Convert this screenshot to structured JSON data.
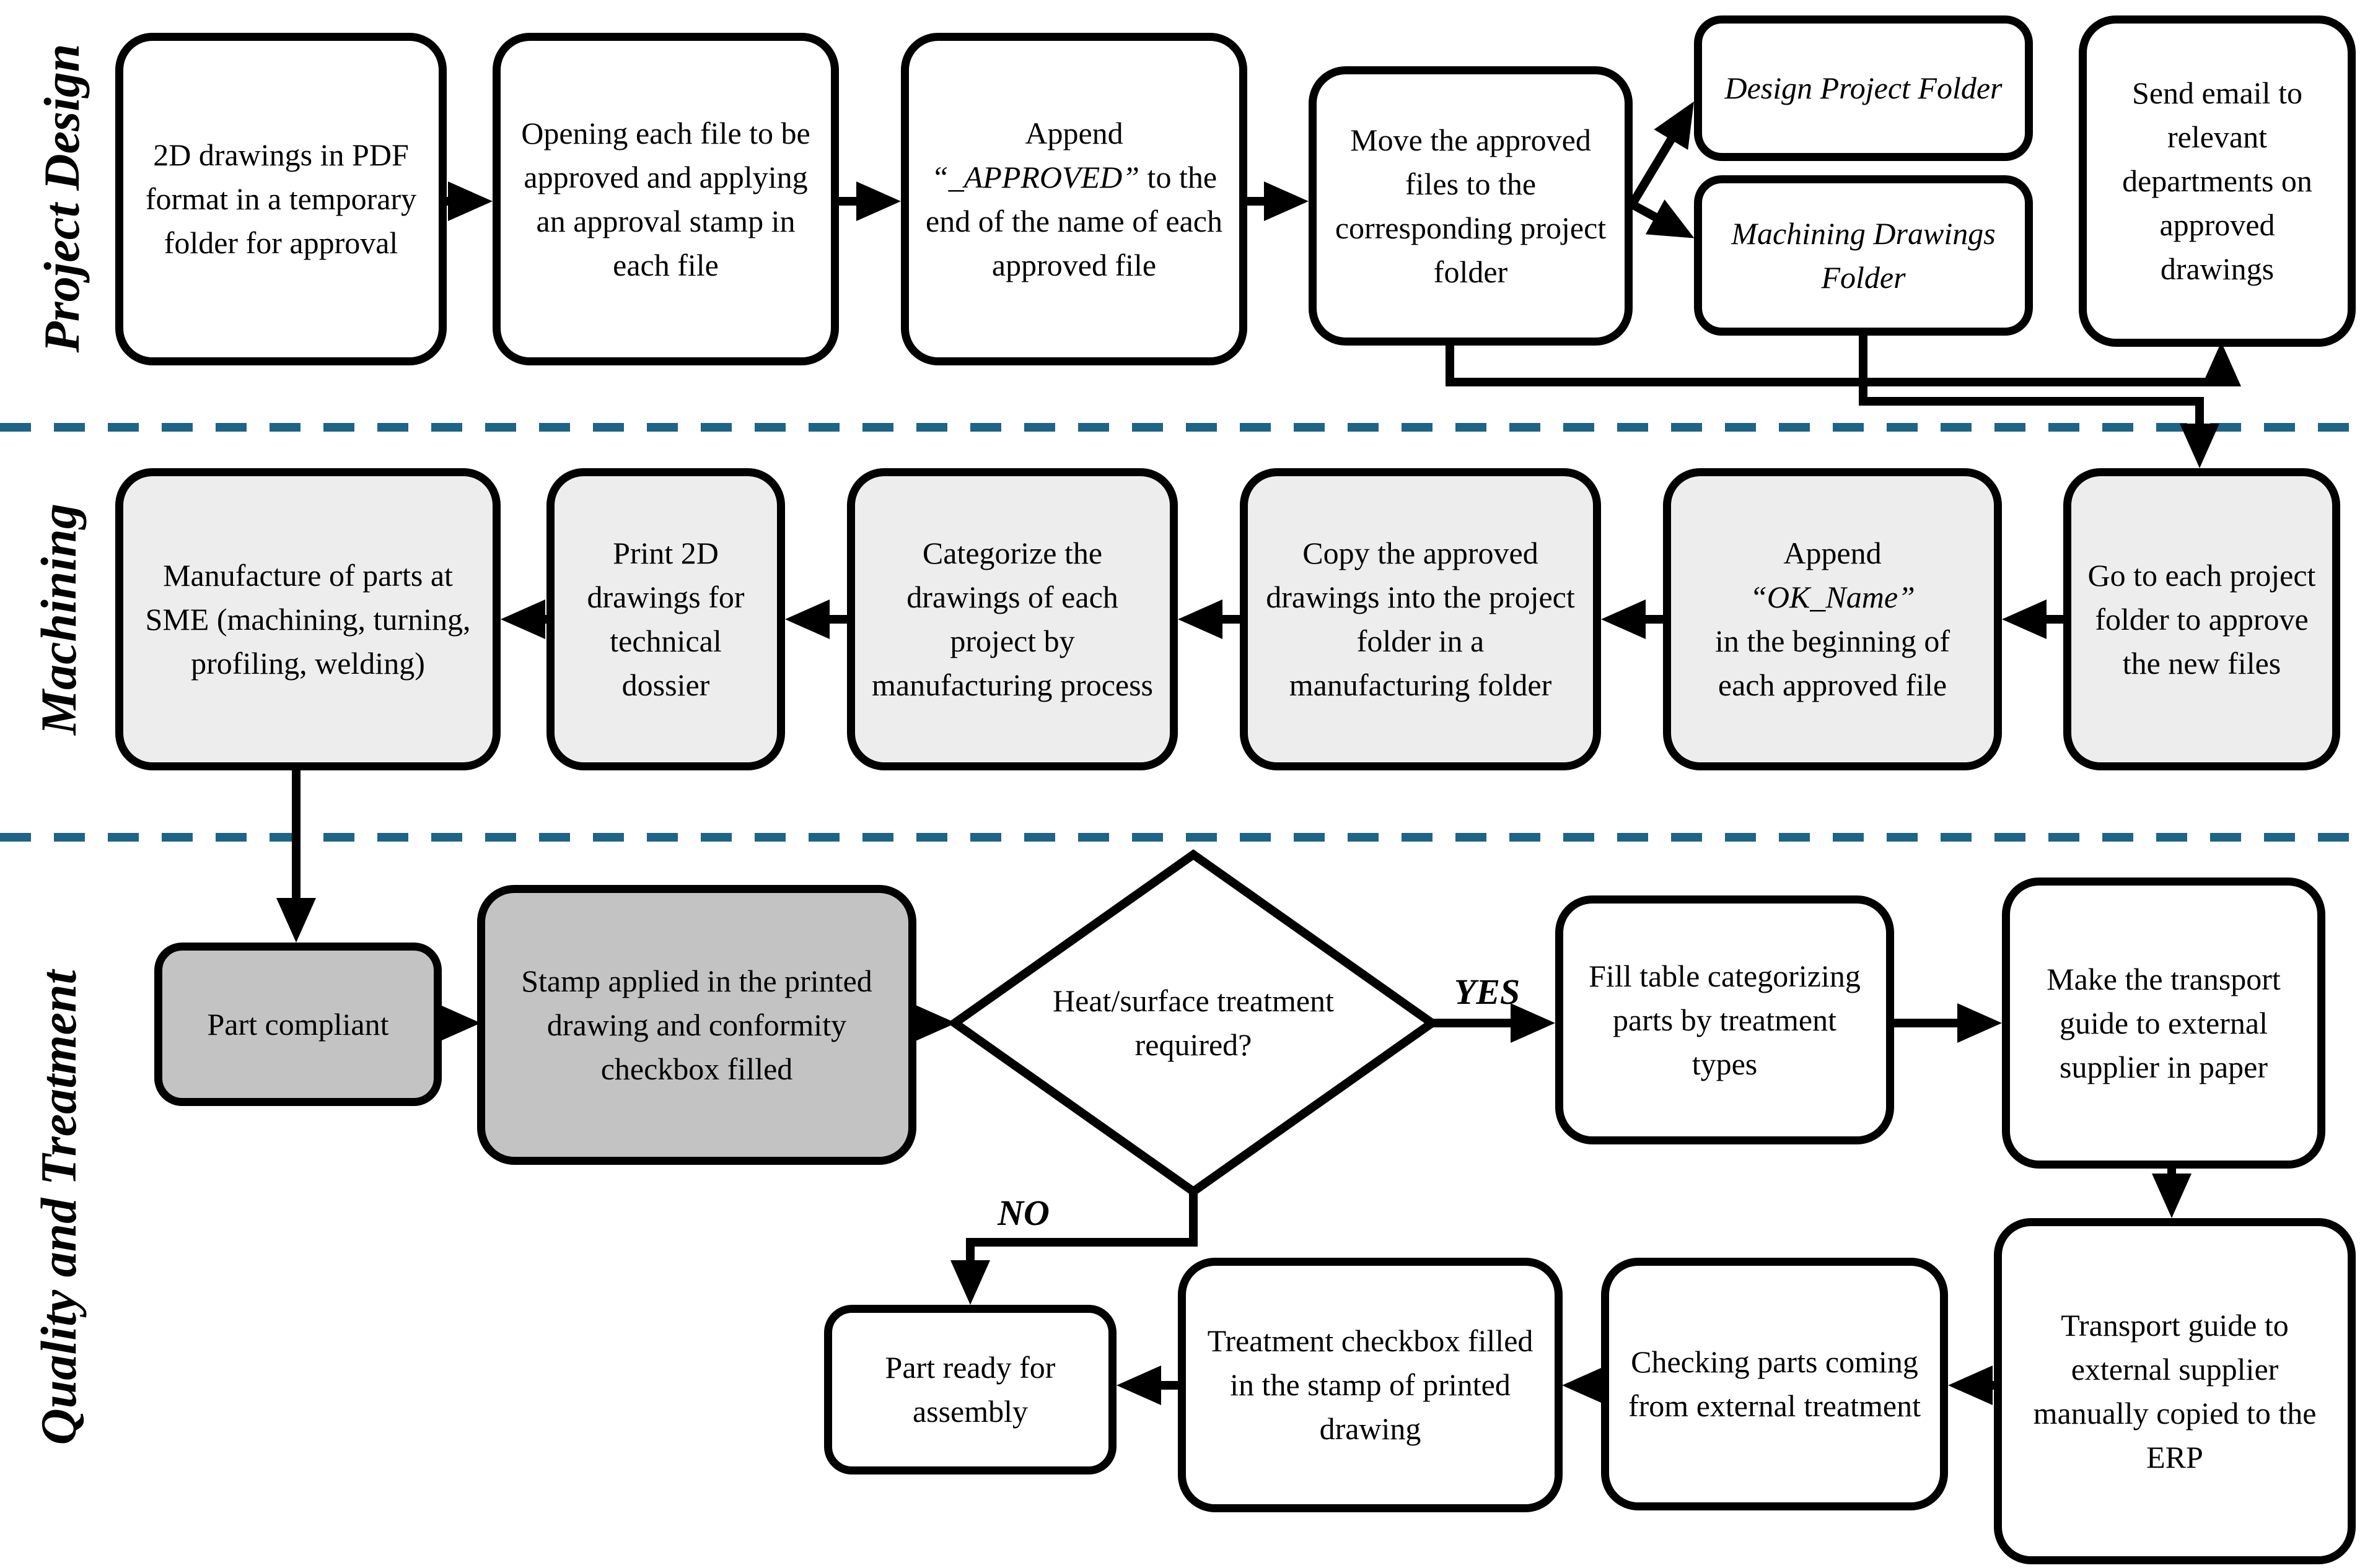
{
  "colors": {
    "divider": "#1e6486",
    "row2_fill": "#ededed",
    "gray_fill": "#c3c3c3",
    "background": "#ffffff"
  },
  "lanes": {
    "design": "Project Design",
    "machining": "Machining",
    "quality": "Quality and Treatment"
  },
  "decision_labels": {
    "yes": "YES",
    "no": "NO"
  },
  "nodes": {
    "pdf_drawings": "2D drawings in PDF format in a temporary folder for approval",
    "opening_each_file": "Opening each file to be approved and applying an approval stamp in each file",
    "append_approved": {
      "s1": "Append",
      "s2": "“_APPROVED”",
      "s3": "to the end of the name of each approved file"
    },
    "move_files": "Move the approved files to the corresponding project folder",
    "design_folder": "Design Project Folder",
    "machining_folder": "Machining Drawings Folder",
    "send_email": "Send email to relevant departments on approved drawings",
    "go_to_folder": "Go to each project folder to approve the new files",
    "append_ok": {
      "s1": "Append",
      "s2": "“OK_Name”",
      "s3": "in the beginning of each approved file"
    },
    "copy_drawings": "Copy the approved drawings into the project folder in a manufacturing folder",
    "categorize": "Categorize the drawings of each project by manufacturing process",
    "print_2d": "Print 2D drawings for technical dossier",
    "manufacture": "Manufacture of parts at SME (machining, turning, profiling, welding)",
    "part_compliant": "Part compliant",
    "stamp_applied": "Stamp applied in the printed drawing and conformity checkbox filled",
    "heat_treatment": "Heat/surface treatment required?",
    "fill_table": "Fill table categorizing parts by treatment types",
    "transport_guide_paper": "Make the transport guide to external supplier in paper",
    "transport_guide_erp": "Transport guide to external supplier manually copied to the ERP",
    "checking_parts": "Checking parts coming from external treatment",
    "treatment_checkbox": "Treatment checkbox filled in the stamp of printed drawing",
    "part_ready": "Part ready for assembly"
  }
}
